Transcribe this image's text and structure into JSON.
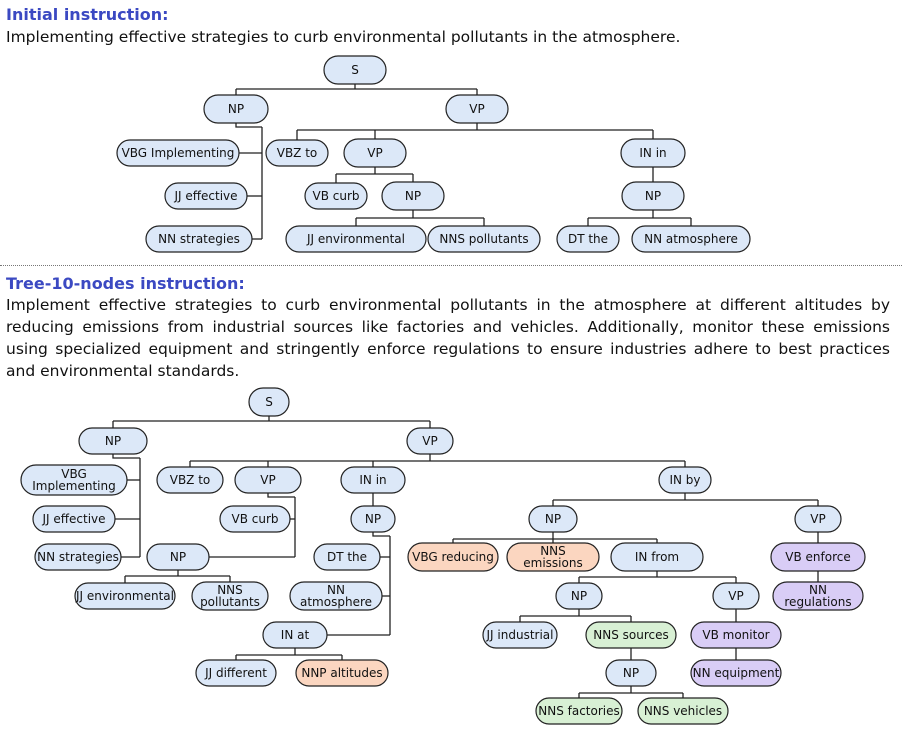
{
  "section1": {
    "heading": "Initial instruction:",
    "text": "Implementing effective strategies to curb environmental pollutants in the atmosphere."
  },
  "section2": {
    "heading": "Tree-10-nodes instruction:",
    "text": "Implement effective strategies to curb environmental pollutants in the atmosphere at different altitudes by reducing emissions from industrial sources like factories and vehicles. Additionally, monitor these emissions using specialized equipment and stringently enforce regulations to ensure industries adhere to best practices and environmental standards."
  },
  "colors": {
    "default": "#dce8f8",
    "orange": "#fbd6c0",
    "green": "#d8f0d4",
    "purple": "#d9cdf6"
  },
  "tree1": {
    "nodes": [
      {
        "id": "s",
        "lines": [
          "S"
        ],
        "color": "default"
      },
      {
        "id": "np",
        "lines": [
          "NP"
        ],
        "color": "default"
      },
      {
        "id": "vp",
        "lines": [
          "VP"
        ],
        "color": "default"
      },
      {
        "id": "vbg",
        "lines": [
          "VBG Implementing"
        ],
        "color": "default"
      },
      {
        "id": "jj",
        "lines": [
          "JJ effective"
        ],
        "color": "default"
      },
      {
        "id": "nn",
        "lines": [
          "NN strategies"
        ],
        "color": "default"
      },
      {
        "id": "vbz",
        "lines": [
          "VBZ to"
        ],
        "color": "default"
      },
      {
        "id": "vp2",
        "lines": [
          "VP"
        ],
        "color": "default"
      },
      {
        "id": "in",
        "lines": [
          "IN in"
        ],
        "color": "default"
      },
      {
        "id": "vb",
        "lines": [
          "VB curb"
        ],
        "color": "default"
      },
      {
        "id": "np2",
        "lines": [
          "NP"
        ],
        "color": "default"
      },
      {
        "id": "np3",
        "lines": [
          "NP"
        ],
        "color": "default"
      },
      {
        "id": "jj2",
        "lines": [
          "JJ environmental"
        ],
        "color": "default"
      },
      {
        "id": "nns",
        "lines": [
          "NNS pollutants"
        ],
        "color": "default"
      },
      {
        "id": "dt",
        "lines": [
          "DT the"
        ],
        "color": "default"
      },
      {
        "id": "nn2",
        "lines": [
          "NN atmosphere"
        ],
        "color": "default"
      }
    ]
  },
  "tree2": {
    "nodes": [
      {
        "id": "s",
        "lines": [
          "S"
        ],
        "color": "default"
      },
      {
        "id": "np",
        "lines": [
          "NP"
        ],
        "color": "default"
      },
      {
        "id": "vp",
        "lines": [
          "VP"
        ],
        "color": "default"
      },
      {
        "id": "vbg",
        "lines": [
          "VBG",
          "Implementing"
        ],
        "color": "default"
      },
      {
        "id": "jj",
        "lines": [
          "JJ effective"
        ],
        "color": "default"
      },
      {
        "id": "nn",
        "lines": [
          "NN strategies"
        ],
        "color": "default"
      },
      {
        "id": "vbz",
        "lines": [
          "VBZ to"
        ],
        "color": "default"
      },
      {
        "id": "vp2",
        "lines": [
          "VP"
        ],
        "color": "default"
      },
      {
        "id": "vb",
        "lines": [
          "VB curb"
        ],
        "color": "default"
      },
      {
        "id": "np2",
        "lines": [
          "NP"
        ],
        "color": "default"
      },
      {
        "id": "jj2",
        "lines": [
          "JJ environmental"
        ],
        "color": "default"
      },
      {
        "id": "nns",
        "lines": [
          "NNS",
          "pollutants"
        ],
        "color": "default"
      },
      {
        "id": "in",
        "lines": [
          "IN in"
        ],
        "color": "default"
      },
      {
        "id": "np3",
        "lines": [
          "NP"
        ],
        "color": "default"
      },
      {
        "id": "dt",
        "lines": [
          "DT the"
        ],
        "color": "default"
      },
      {
        "id": "nn2",
        "lines": [
          "NN",
          "atmosphere"
        ],
        "color": "default"
      },
      {
        "id": "inat",
        "lines": [
          "IN at"
        ],
        "color": "default"
      },
      {
        "id": "jjdiff",
        "lines": [
          "JJ different"
        ],
        "color": "default"
      },
      {
        "id": "nnp",
        "lines": [
          "NNP altitudes"
        ],
        "color": "orange"
      },
      {
        "id": "inby",
        "lines": [
          "IN by"
        ],
        "color": "default"
      },
      {
        "id": "np4",
        "lines": [
          "NP"
        ],
        "color": "default"
      },
      {
        "id": "vp3",
        "lines": [
          "VP"
        ],
        "color": "default"
      },
      {
        "id": "vbgred",
        "lines": [
          "VBG reducing"
        ],
        "color": "orange"
      },
      {
        "id": "nnsem",
        "lines": [
          "NNS",
          "emissions"
        ],
        "color": "orange"
      },
      {
        "id": "infrom",
        "lines": [
          "IN from"
        ],
        "color": "default"
      },
      {
        "id": "np5",
        "lines": [
          "NP"
        ],
        "color": "default"
      },
      {
        "id": "vp4",
        "lines": [
          "VP"
        ],
        "color": "default"
      },
      {
        "id": "jjind",
        "lines": [
          "JJ industrial"
        ],
        "color": "default"
      },
      {
        "id": "nnssrc",
        "lines": [
          "NNS sources"
        ],
        "color": "green"
      },
      {
        "id": "np6",
        "lines": [
          "NP"
        ],
        "color": "default"
      },
      {
        "id": "nnsfac",
        "lines": [
          "NNS factories"
        ],
        "color": "green"
      },
      {
        "id": "nnsveh",
        "lines": [
          "NNS vehicles"
        ],
        "color": "green"
      },
      {
        "id": "vbmon",
        "lines": [
          "VB monitor"
        ],
        "color": "purple"
      },
      {
        "id": "nnequip",
        "lines": [
          "NN equipment"
        ],
        "color": "purple"
      },
      {
        "id": "vbenf",
        "lines": [
          "VB enforce"
        ],
        "color": "purple"
      },
      {
        "id": "nnreg",
        "lines": [
          "NN",
          "regulations"
        ],
        "color": "purple"
      }
    ]
  }
}
